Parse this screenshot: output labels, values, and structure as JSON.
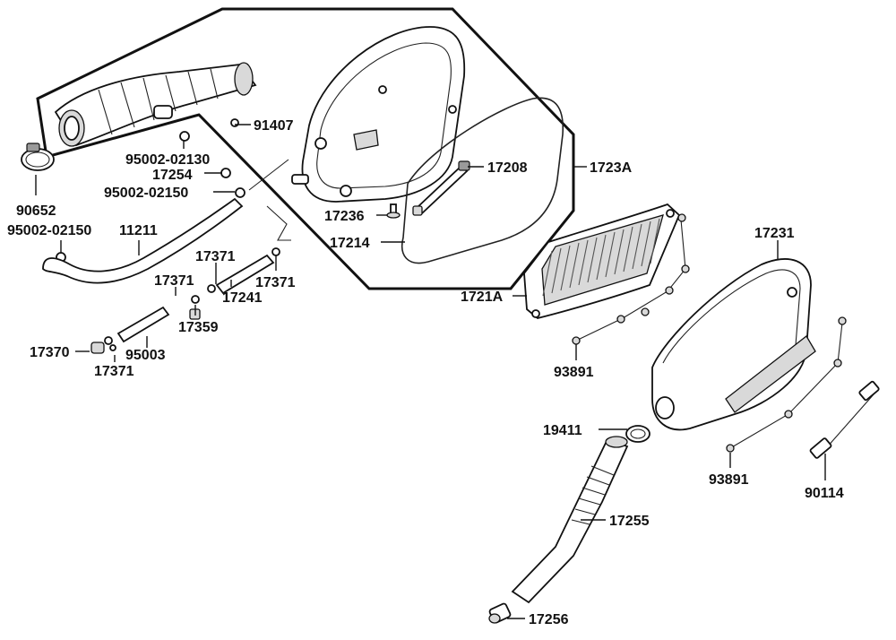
{
  "diagram": {
    "labels": [
      {
        "id": "90652",
        "text": "90652"
      },
      {
        "id": "91407",
        "text": "91407"
      },
      {
        "id": "95002-02130",
        "text": "95002-02130"
      },
      {
        "id": "17254",
        "text": "17254"
      },
      {
        "id": "95002-02150-a",
        "text": "95002-02150"
      },
      {
        "id": "95002-02150-b",
        "text": "95002-02150"
      },
      {
        "id": "11211",
        "text": "11211"
      },
      {
        "id": "17371-a",
        "text": "17371"
      },
      {
        "id": "17371-b",
        "text": "17371"
      },
      {
        "id": "17371-c",
        "text": "17371"
      },
      {
        "id": "17371-d",
        "text": "17371"
      },
      {
        "id": "17241",
        "text": "17241"
      },
      {
        "id": "17359",
        "text": "17359"
      },
      {
        "id": "17370",
        "text": "17370"
      },
      {
        "id": "95003",
        "text": "95003"
      },
      {
        "id": "17208",
        "text": "17208"
      },
      {
        "id": "1723A",
        "text": "1723A"
      },
      {
        "id": "17236",
        "text": "17236"
      },
      {
        "id": "17214",
        "text": "17214"
      },
      {
        "id": "1721A",
        "text": "1721A"
      },
      {
        "id": "17231",
        "text": "17231"
      },
      {
        "id": "93891-a",
        "text": "93891"
      },
      {
        "id": "93891-b",
        "text": "93891"
      },
      {
        "id": "19411",
        "text": "19411"
      },
      {
        "id": "17255",
        "text": "17255"
      },
      {
        "id": "90114",
        "text": "90114"
      },
      {
        "id": "17256",
        "text": "17256"
      }
    ]
  }
}
